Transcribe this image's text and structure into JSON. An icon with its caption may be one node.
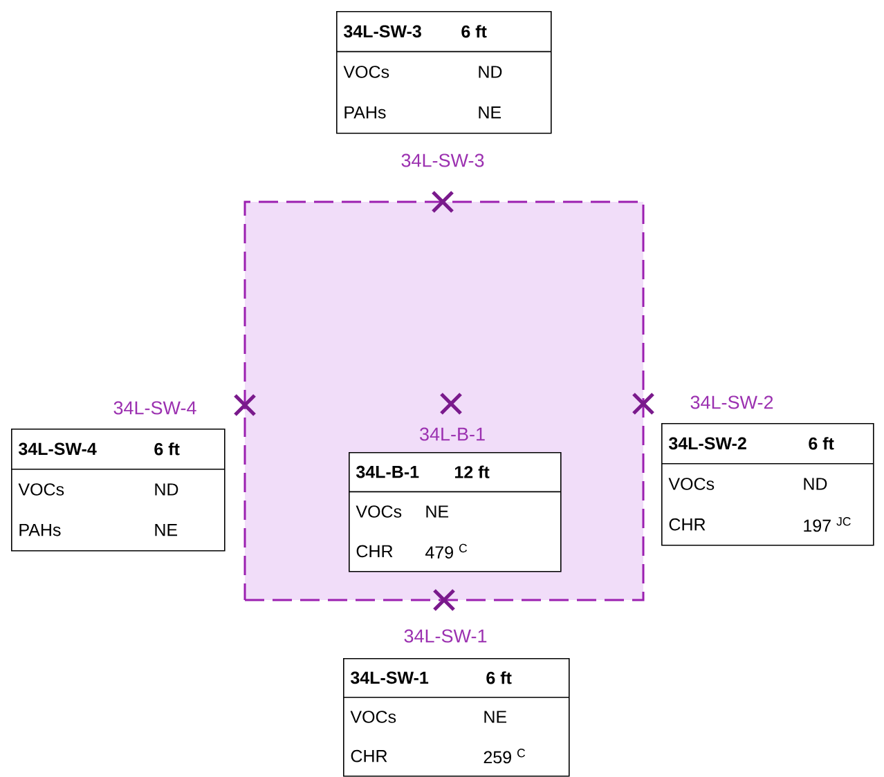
{
  "diagram": {
    "nodes": [
      {
        "text": [],
        "shape": "box"
      },
      {
        "text": [
          "34L-SW-3",
          "6 ft",
          "VOCs",
          "ND",
          "PAHs",
          "NE"
        ]
      },
      {
        "text": [
          "34L-SW-4",
          "6 ft",
          "VOCs",
          "ND",
          "PAHs",
          "NE"
        ]
      },
      {
        "text": [
          "34L-B-1",
          "12 ft",
          "VOCs",
          "NE",
          "CHR",
          "479 $^{C}$"
        ],
        "in": 0
      },
      {
        "text": [
          "34L-SW-2",
          "6 ft",
          "VOCs",
          "ND",
          "CHR",
          "197 $^{JC}$"
        ]
      },
      {
        "text": [
          "34L-SW-1",
          "6 ft",
          "VOCs",
          "NE",
          "CHR",
          "259 $^{C}$"
        ]
      }
    ],
    "edges": [],
    "labels": [
      "34L-SW-3",
      "34L-SW-4",
      "34L-B-1",
      "34L-SW-2",
      "34L-SW-1"
    ]
  }
}
